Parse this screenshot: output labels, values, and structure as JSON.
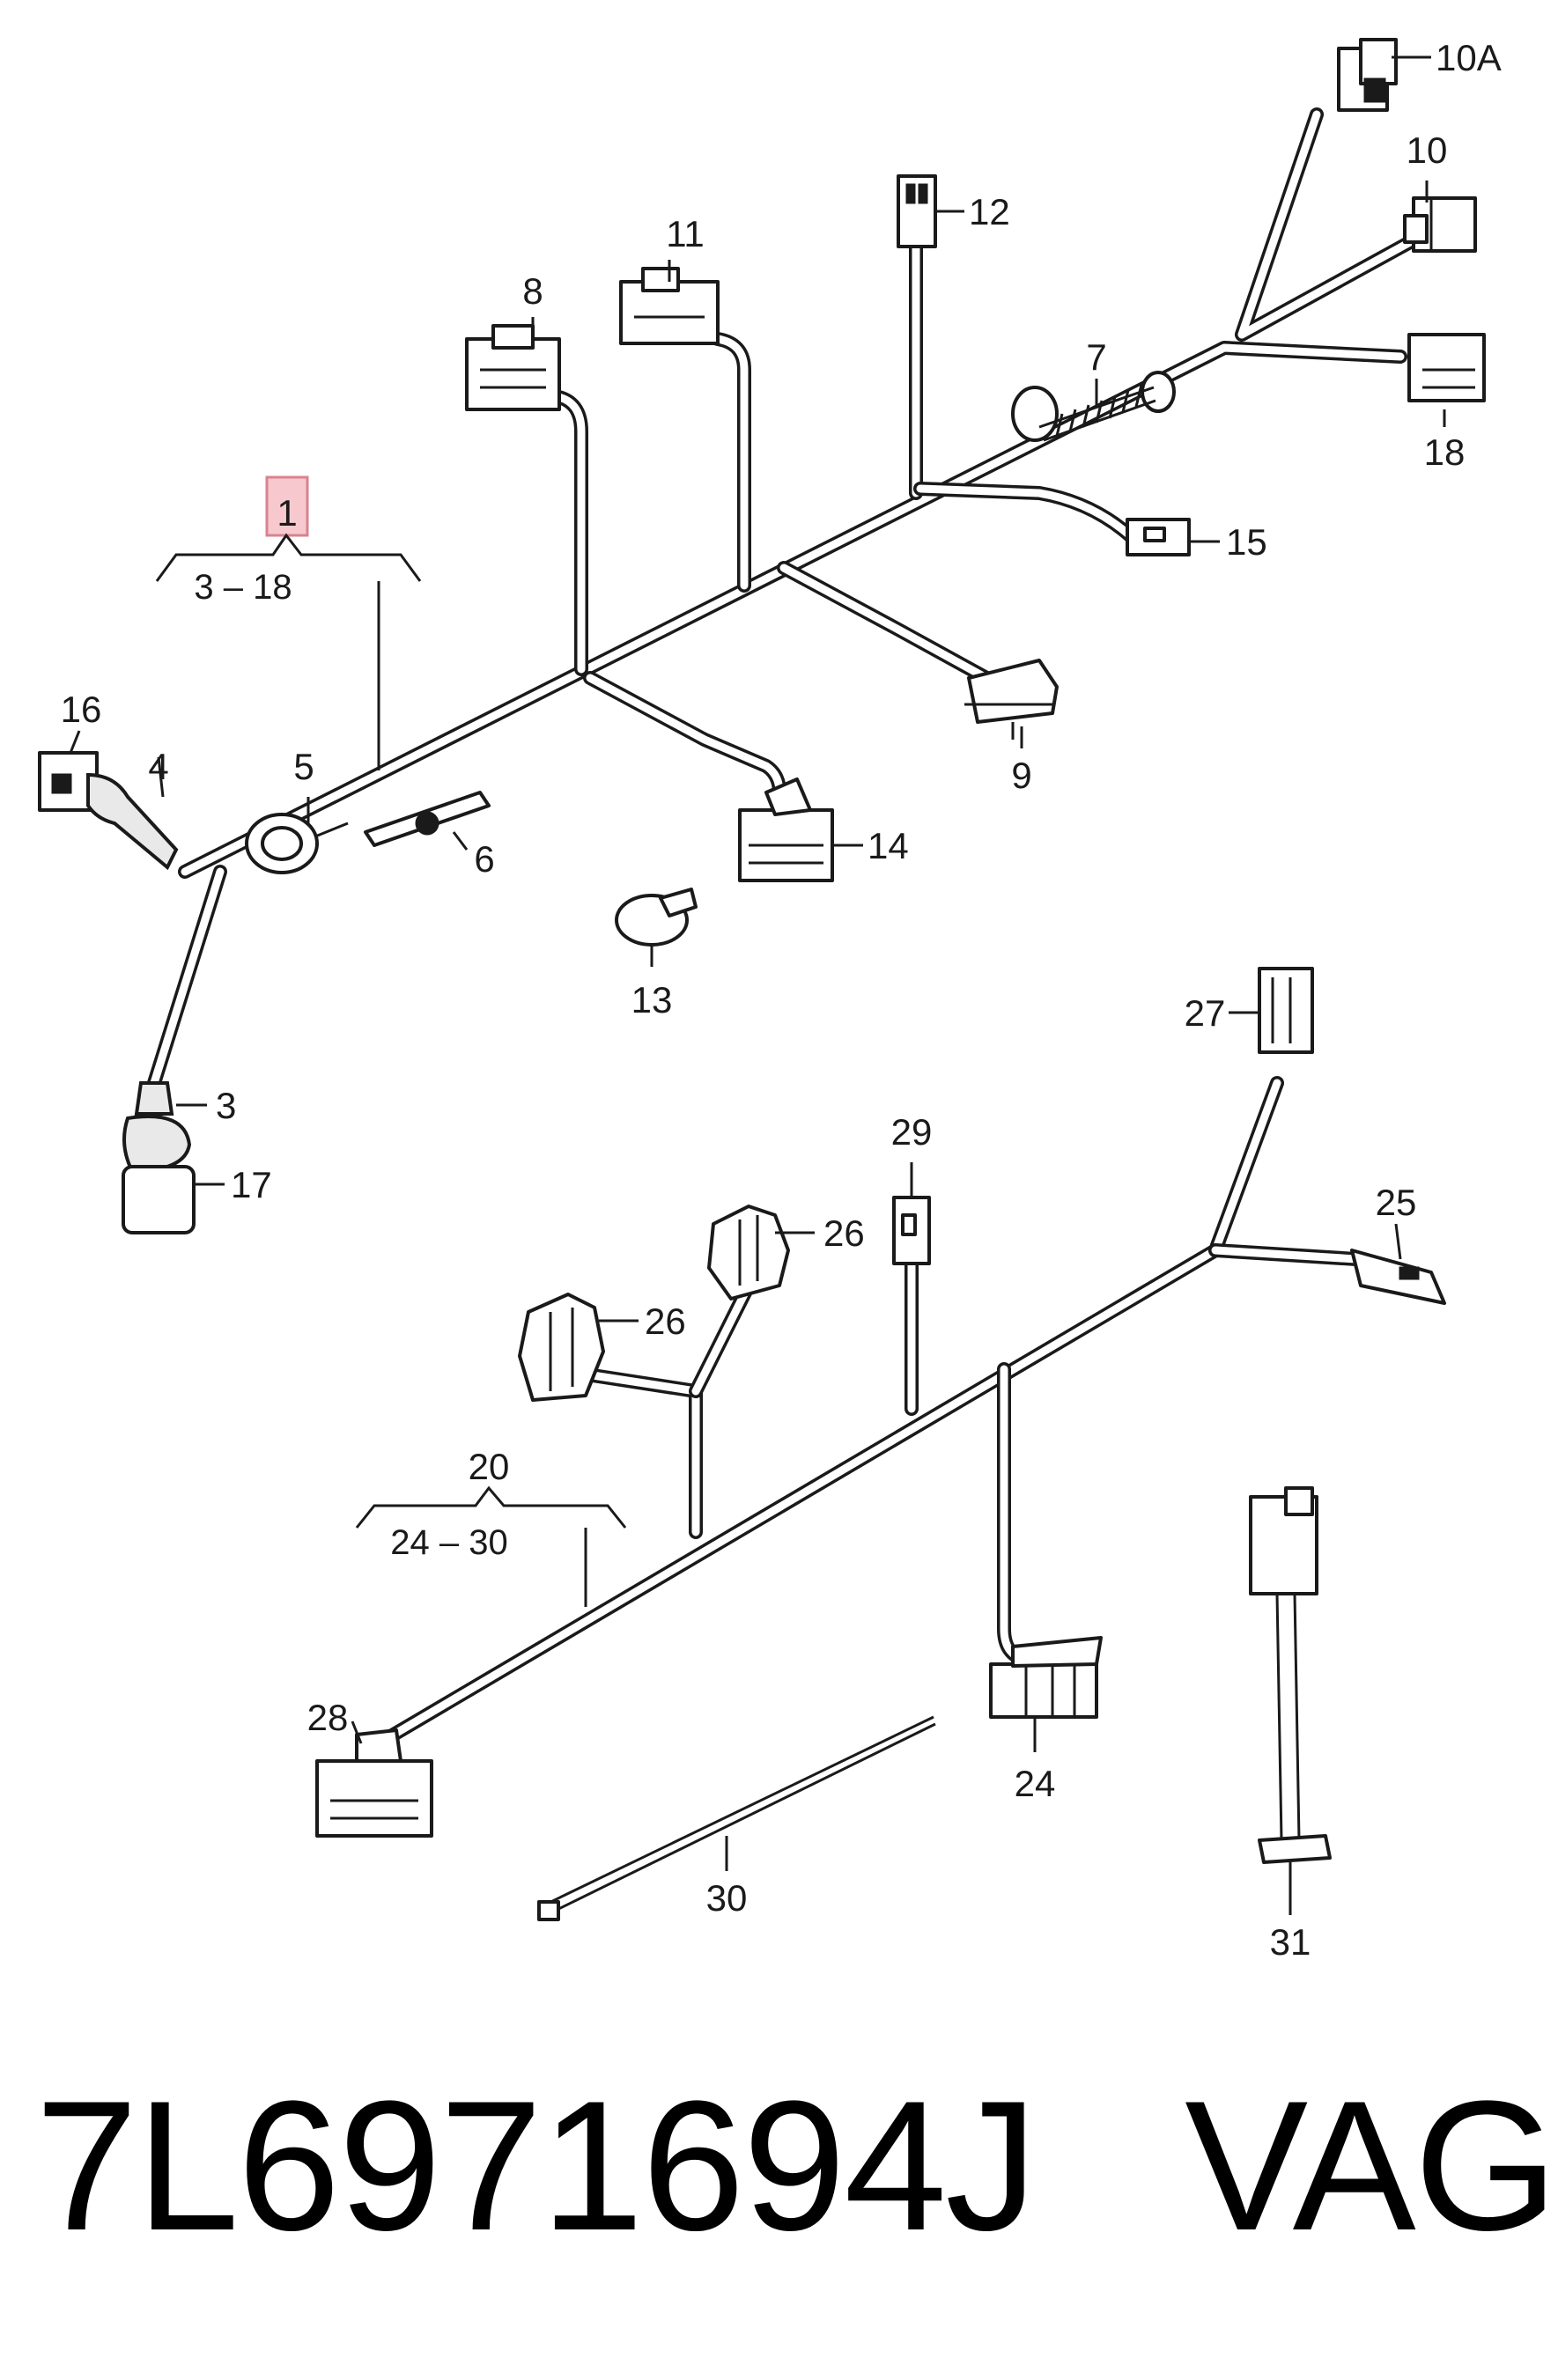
{
  "diagram": {
    "group_upper": {
      "label": "1",
      "range": "3 – 18"
    },
    "group_lower": {
      "label": "20",
      "range": "24 – 30"
    },
    "callouts": {
      "c3": "3",
      "c4": "4",
      "c5": "5",
      "c6": "6",
      "c7": "7",
      "c8": "8",
      "c9": "9",
      "c10": "10",
      "c10a": "10A",
      "c11": "11",
      "c12": "12",
      "c13": "13",
      "c14": "14",
      "c15": "15",
      "c16": "16",
      "c17": "17",
      "c18": "18",
      "c24": "24",
      "c25": "25",
      "c26a": "26",
      "c26b": "26",
      "c27": "27",
      "c28": "28",
      "c29": "29",
      "c30": "30",
      "c31": "31"
    },
    "highlight_color": "#f7c9cf"
  },
  "footer": {
    "part_number": "7L6971694J",
    "brand": "VAG"
  }
}
